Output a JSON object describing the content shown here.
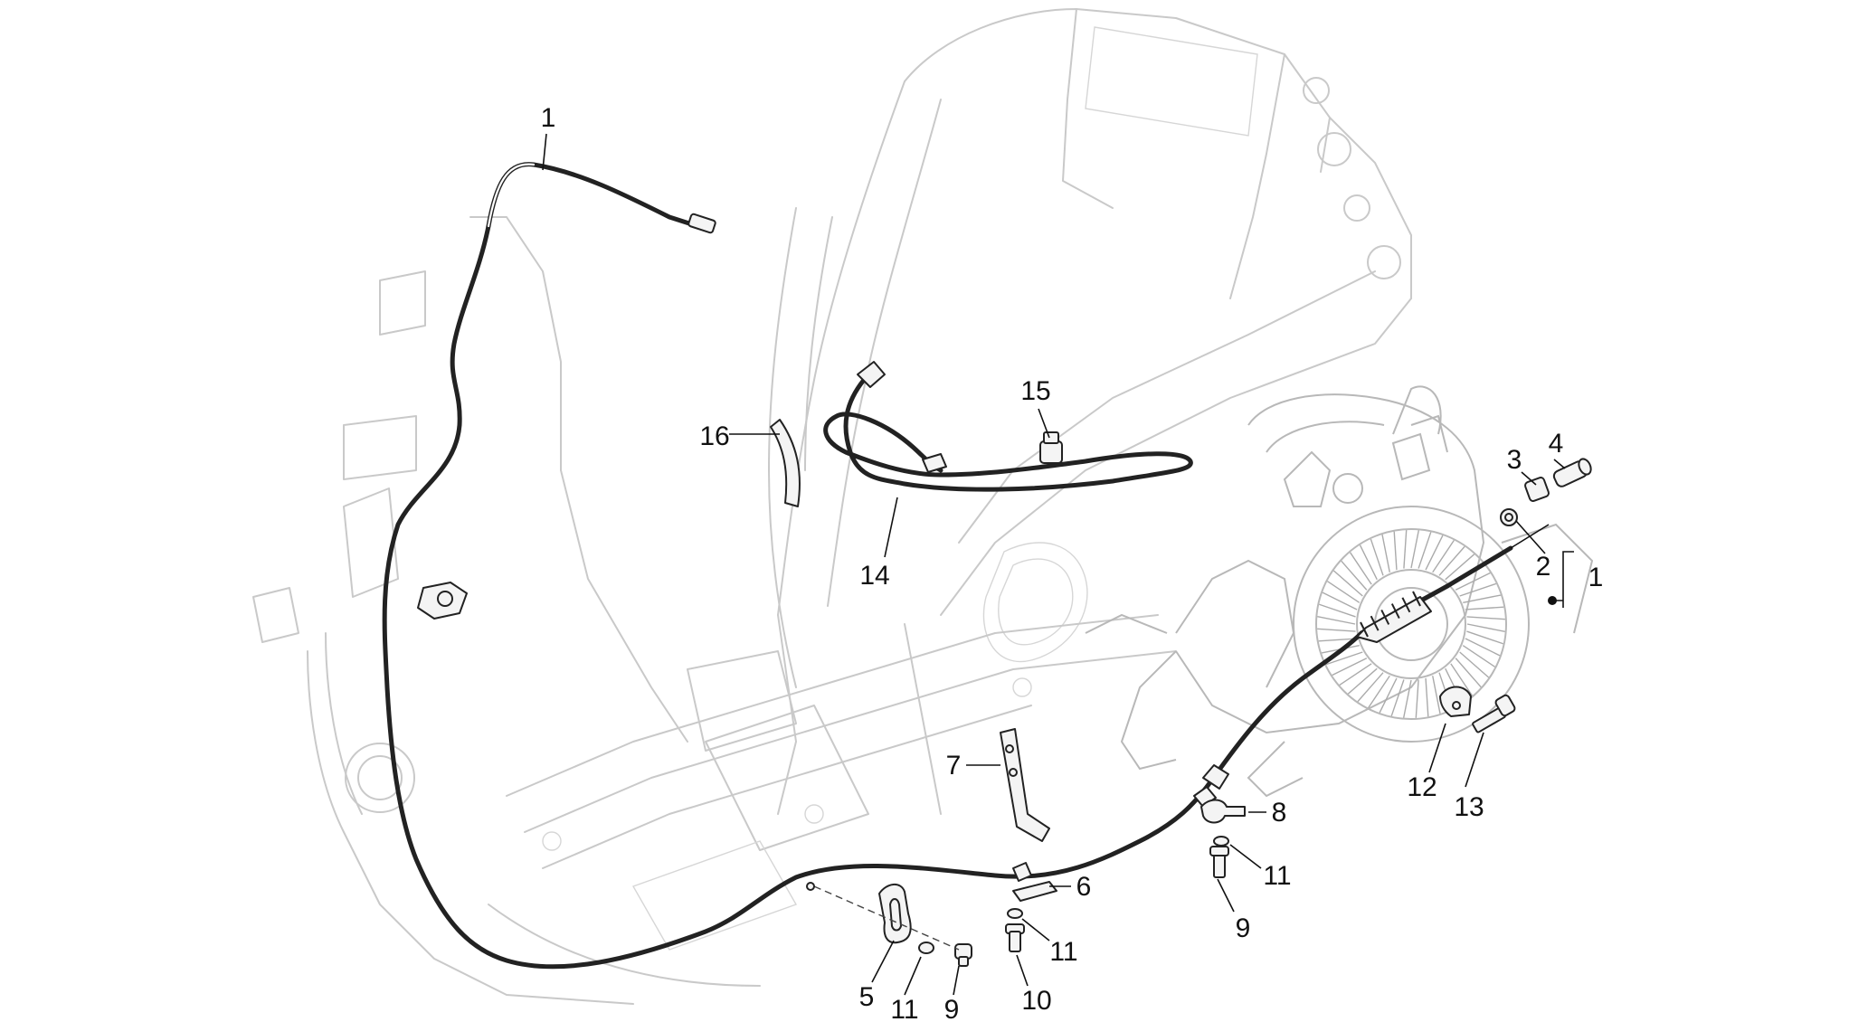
{
  "diagram": {
    "colors": {
      "background": "#ffffff",
      "frame_line": "#c9c9c9",
      "part_line": "#222222",
      "label": "#111111"
    },
    "labels": [
      {
        "id": "label-1-top",
        "text": "1"
      },
      {
        "id": "label-16",
        "text": "16"
      },
      {
        "id": "label-15",
        "text": "15"
      },
      {
        "id": "label-14",
        "text": "14"
      },
      {
        "id": "label-3",
        "text": "3"
      },
      {
        "id": "label-4",
        "text": "4"
      },
      {
        "id": "label-2",
        "text": "2"
      },
      {
        "id": "label-1-right",
        "text": "1"
      },
      {
        "id": "label-7",
        "text": "7"
      },
      {
        "id": "label-8",
        "text": "8"
      },
      {
        "id": "label-12",
        "text": "12"
      },
      {
        "id": "label-13",
        "text": "13"
      },
      {
        "id": "label-6",
        "text": "6"
      },
      {
        "id": "label-11-a",
        "text": "11"
      },
      {
        "id": "label-11-b",
        "text": "11"
      },
      {
        "id": "label-9-right",
        "text": "9"
      },
      {
        "id": "label-5",
        "text": "5"
      },
      {
        "id": "label-11-c",
        "text": "11"
      },
      {
        "id": "label-9-bottom",
        "text": "9"
      },
      {
        "id": "label-10",
        "text": "10"
      }
    ]
  }
}
